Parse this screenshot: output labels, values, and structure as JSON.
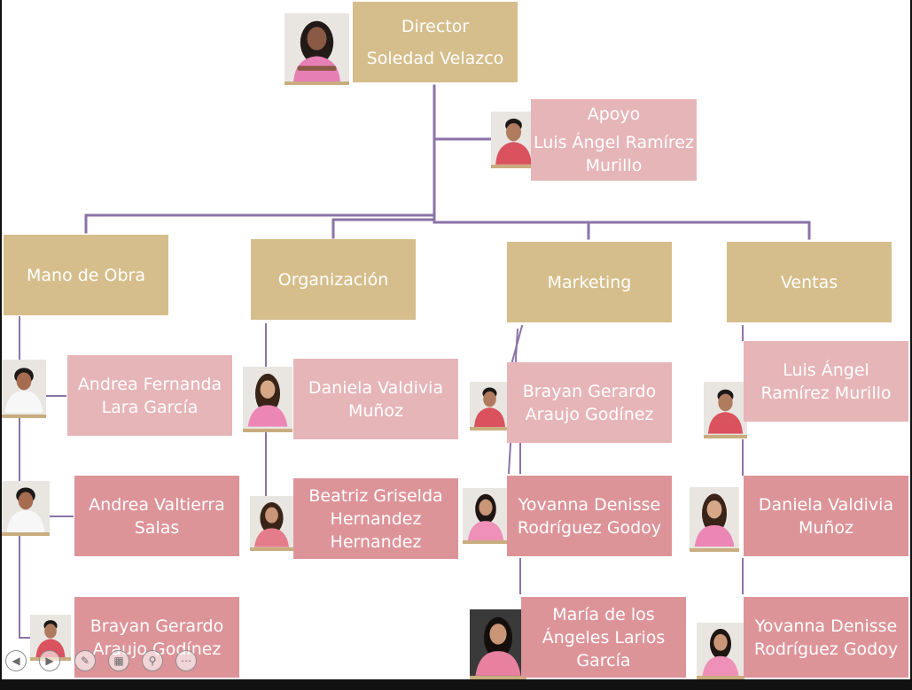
{
  "colors": {
    "connector": "#8b73a8",
    "role_box": "#d6be8c",
    "member_light": "#e6b5b8",
    "member": "#dd9499",
    "text": "#ffffff"
  },
  "director": {
    "role": "Director",
    "name": "Soledad Velazco"
  },
  "support": {
    "role": "Apoyo",
    "name": "Luis Ángel Ramírez Murillo"
  },
  "departments": [
    {
      "role": "Mano de Obra",
      "members": [
        "Andrea Fernanda Lara García",
        "Andrea Valtierra Salas",
        "Brayan Gerardo Araujo Godínez"
      ]
    },
    {
      "role": "Organización",
      "members": [
        "Daniela Valdivia Muñoz",
        "Beatriz Griselda Hernandez Hernandez"
      ]
    },
    {
      "role": "Marketing",
      "members": [
        "Brayan Gerardo Araujo Godínez",
        "Yovanna Denisse Rodríguez Godoy",
        "María de los Ángeles Larios García"
      ]
    },
    {
      "role": "Ventas",
      "members": [
        "Luis Ángel Ramírez Murillo",
        "Daniela Valdivia Muñoz",
        "Yovanna Denisse Rodríguez Godoy"
      ]
    }
  ],
  "controls": [
    "previous-icon",
    "next-icon",
    "pen-icon",
    "slides-icon",
    "zoom-icon",
    "more-icon"
  ]
}
